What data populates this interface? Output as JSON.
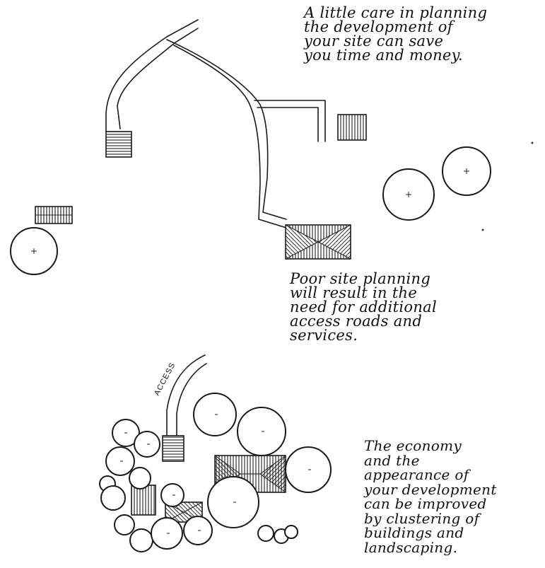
{
  "notes": {
    "top": [
      "A little care in planning",
      "the development of",
      "your site can save",
      "you time and money."
    ],
    "middle": [
      "Poor site planning",
      "will result in the",
      "need for additional",
      "access roads and",
      "services."
    ],
    "bottom": [
      "The economy",
      "and the",
      "appearance of",
      "your development",
      "can be improved",
      "by clustering of",
      "buildings and",
      "landscaping."
    ]
  },
  "access_label": "ACCESS"
}
